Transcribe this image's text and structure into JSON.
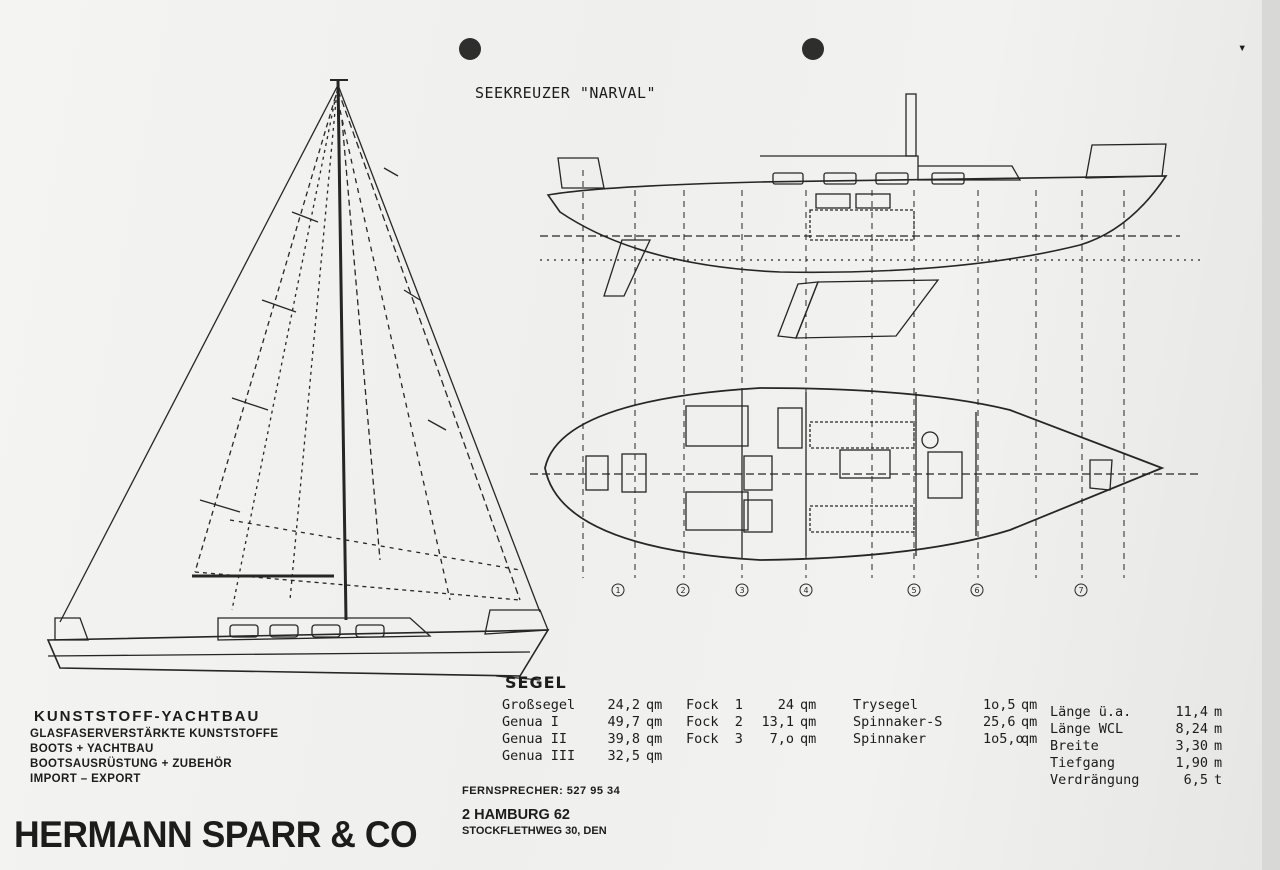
{
  "header": {
    "title": "SEEKREUZER \"NARVAL\""
  },
  "drawing": {
    "section_numbers": [
      "1",
      "2",
      "3",
      "4",
      "5",
      "6",
      "7"
    ],
    "sail_label": "SEGEL"
  },
  "sail_areas": {
    "main_sails": [
      {
        "name": "Großsegel",
        "value": "24,2",
        "unit": "qm"
      },
      {
        "name": "Genua I",
        "value": "49,7",
        "unit": "qm"
      },
      {
        "name": "Genua II",
        "value": "39,8",
        "unit": "qm"
      },
      {
        "name": "Genua III",
        "value": "32,5",
        "unit": "qm"
      }
    ],
    "jibs": [
      {
        "name": "Fock  1",
        "value": "24",
        "unit": "qm"
      },
      {
        "name": "Fock  2",
        "value": "13,1",
        "unit": "qm"
      },
      {
        "name": "Fock  3",
        "value": "7,o",
        "unit": "qm"
      }
    ],
    "special": [
      {
        "name": "Trysegel",
        "value": "1o,5",
        "unit": "qm"
      },
      {
        "name": "Spinnaker-S",
        "value": "25,6",
        "unit": "qm"
      },
      {
        "name": "Spinnaker",
        "value": "1o5,o",
        "unit": "qm"
      }
    ]
  },
  "dimensions": [
    {
      "name": "Länge ü.a.",
      "value": "11,4",
      "unit": "m"
    },
    {
      "name": "Länge WCL",
      "value": "8,24",
      "unit": "m"
    },
    {
      "name": "Breite",
      "value": "3,30",
      "unit": "m"
    },
    {
      "name": "Tiefgang",
      "value": "1,90",
      "unit": "m"
    },
    {
      "name": "Verdrängung",
      "value": "6,5",
      "unit": "t"
    }
  ],
  "company": {
    "heading": "KUNSTSTOFF-YACHTBAU",
    "lines": [
      "GLASFASERVERSTÄRKTE KUNSTSTOFFE",
      "BOOTS + YACHTBAU",
      "BOOTSAUSRÜSTUNG + ZUBEHÖR",
      "IMPORT – EXPORT"
    ],
    "brand": "HERMANN SPARR & CO",
    "phone": "FERNSPRECHER: 527 95 34",
    "city": "2 HAMBURG 62",
    "street": "STOCKFLETHWEG 30, DEN"
  }
}
